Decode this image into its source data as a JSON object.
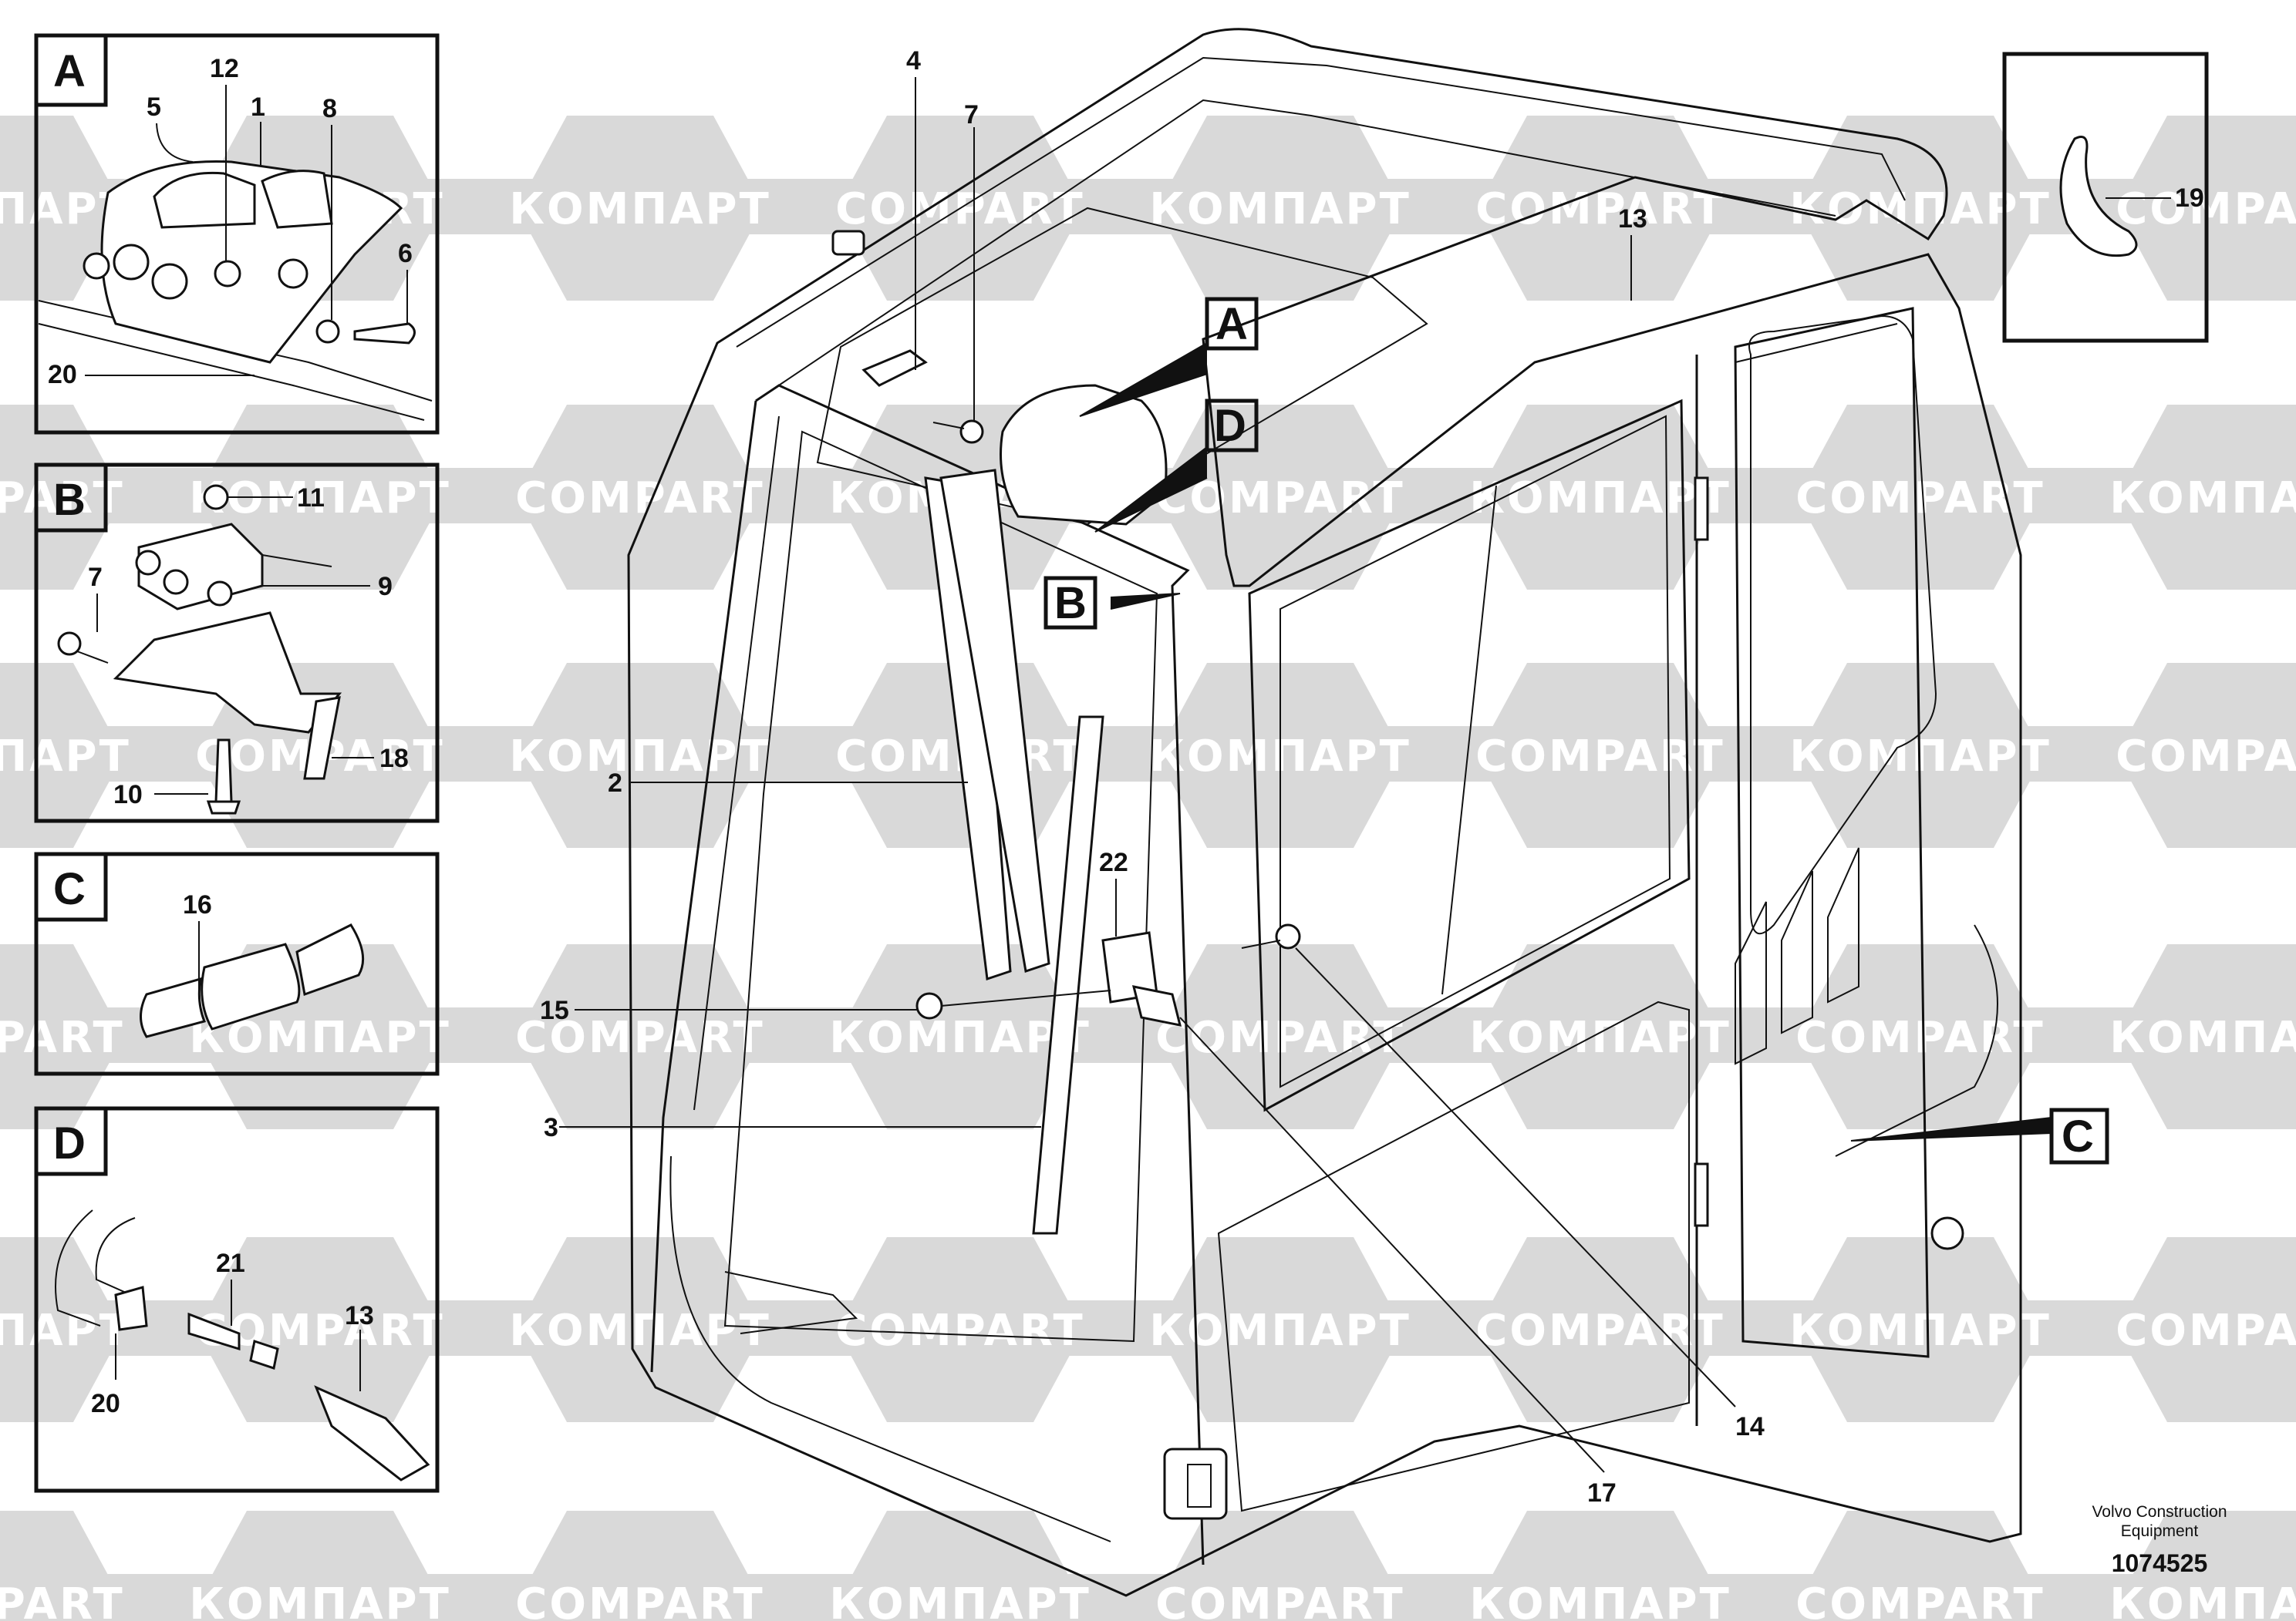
{
  "watermarks": [
    "КОМПАРТ",
    "COMPART"
  ],
  "detail_panels": [
    {
      "letter": "A",
      "callouts": [
        "12",
        "1",
        "5",
        "8",
        "6",
        "20"
      ]
    },
    {
      "letter": "B",
      "callouts": [
        "11",
        "9",
        "7",
        "18",
        "10"
      ]
    },
    {
      "letter": "C",
      "callouts": [
        "16"
      ]
    },
    {
      "letter": "D",
      "callouts": [
        "21",
        "13",
        "20"
      ]
    }
  ],
  "inset_top_right": {
    "callouts": [
      "19"
    ]
  },
  "main_callouts": [
    "4",
    "7",
    "13",
    "2",
    "22",
    "15",
    "3",
    "14",
    "17"
  ],
  "reference_letters": [
    "A",
    "D",
    "B",
    "C"
  ],
  "footer": {
    "brand_line1": "Volvo Construction",
    "brand_line2": "Equipment",
    "drawing_number": "1074525"
  },
  "colors": {
    "line": "#111111",
    "watermark": "#d9d9d9",
    "background": "#ffffff"
  }
}
